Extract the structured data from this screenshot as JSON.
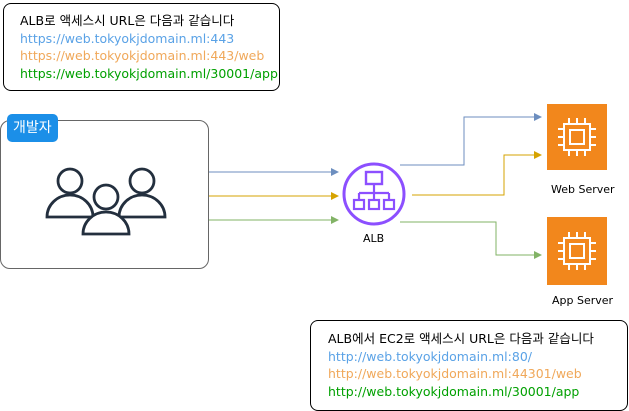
{
  "note_top": {
    "title": "ALB로 액세스시 URL은 다음과 같습니다",
    "urls": [
      {
        "text": "https://web.tokyokjdomain.ml:443",
        "color": "#5aa2e6"
      },
      {
        "text": "https://web.tokyokjdomain.ml:443/web",
        "color": "#f0a85a"
      },
      {
        "text": "https://web.tokyokjdomain.ml/30001/app",
        "color": "#00a000"
      }
    ]
  },
  "note_bottom": {
    "title": "ALB에서 EC2로 액세스시 URL은 다음과 같습니다",
    "urls": [
      {
        "text": "http://web.tokyokjdomain.ml:80/",
        "color": "#5aa2e6"
      },
      {
        "text": "http://web.tokyokjdomain.ml:44301/web",
        "color": "#f0a85a"
      },
      {
        "text": "http://web.tokyokjdomain.ml/30001/app",
        "color": "#00a000"
      }
    ]
  },
  "developer_group": {
    "label": "개발자",
    "icon": "users-icon",
    "tag_color": "#1b8fe8"
  },
  "alb": {
    "label": "ALB",
    "icon": "load-balancer-icon",
    "color": "#8c4fff"
  },
  "web_server": {
    "label": "Web Server",
    "icon": "ec2-instance-icon",
    "color": "#f2871c"
  },
  "app_server": {
    "label": "App Server",
    "icon": "ec2-instance-icon",
    "color": "#f2871c"
  },
  "connectors": [
    {
      "id": "blue-path",
      "color": "#6c8ebf"
    },
    {
      "id": "orange-path",
      "color": "#d6a300"
    },
    {
      "id": "green-path",
      "color": "#82b366"
    }
  ]
}
